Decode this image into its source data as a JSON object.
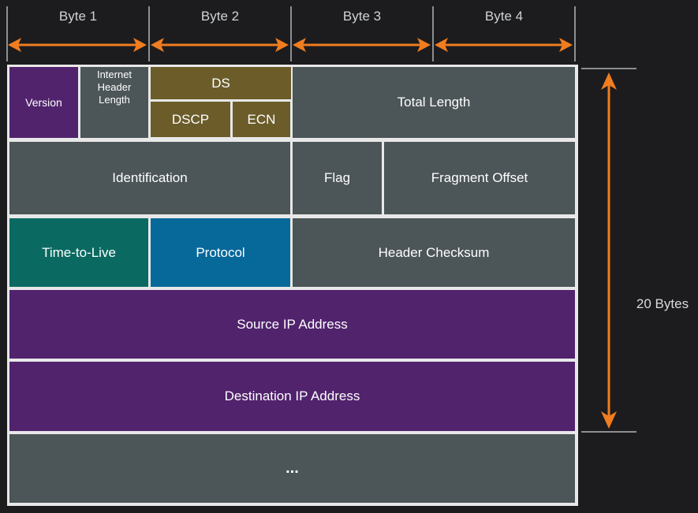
{
  "bytes": [
    "Byte 1",
    "Byte 2",
    "Byte 3",
    "Byte 4"
  ],
  "fields": {
    "version": "Version",
    "ihl": "Internet Header Length",
    "ds": "DS",
    "dscp": "DSCP",
    "ecn": "ECN",
    "total_length": "Total Length",
    "identification": "Identification",
    "flag": "Flag",
    "fragment_offset": "Fragment Offset",
    "ttl": "Time-to-Live",
    "protocol": "Protocol",
    "header_checksum": "Header Checksum",
    "source_ip": "Source IP Address",
    "destination_ip": "Destination IP Address",
    "options": "..."
  },
  "size_label": "20 Bytes",
  "colors": {
    "background": "#1c1c1e",
    "grey": "#4c5558",
    "purple": "#51236d",
    "olive": "#6b5c2a",
    "teal": "#0a6a62",
    "blue": "#07689a",
    "arrow": "#f07d1f",
    "border": "#e8e8e8"
  }
}
